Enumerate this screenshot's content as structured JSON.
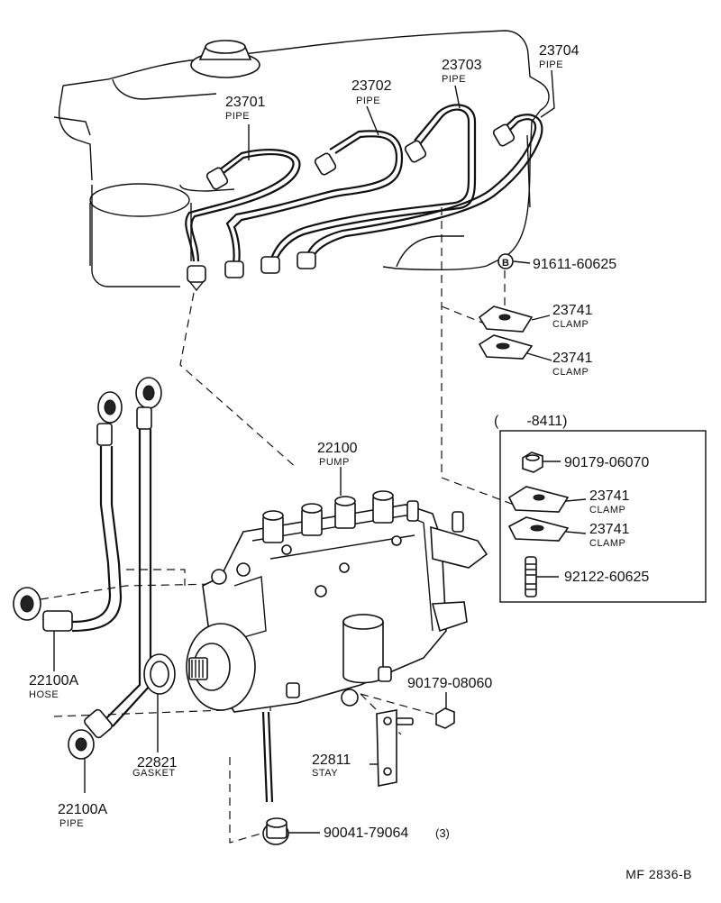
{
  "callouts": [
    {
      "id": "c23701",
      "number": "23701",
      "name": "PIPE"
    },
    {
      "id": "c23702",
      "number": "23702",
      "name": "PIPE"
    },
    {
      "id": "c23703",
      "number": "23703",
      "name": "PIPE"
    },
    {
      "id": "c23704",
      "number": "23704",
      "name": "PIPE"
    },
    {
      "id": "c91611",
      "number": "91611-60625",
      "name": ""
    },
    {
      "id": "c23741a",
      "number": "23741",
      "name": "CLAMP"
    },
    {
      "id": "c23741b",
      "number": "23741",
      "name": "CLAMP"
    },
    {
      "id": "c22100",
      "number": "22100",
      "name": "PUMP"
    },
    {
      "id": "c90179a",
      "number": "90179-06070",
      "name": ""
    },
    {
      "id": "c23741c",
      "number": "23741",
      "name": "CLAMP"
    },
    {
      "id": "c23741d",
      "number": "23741",
      "name": "CLAMP"
    },
    {
      "id": "c92122",
      "number": "92122-60625",
      "name": ""
    },
    {
      "id": "c22100Ahose",
      "number": "22100A",
      "name": "HOSE"
    },
    {
      "id": "c90179b",
      "number": "90179-08060",
      "name": ""
    },
    {
      "id": "c22821",
      "number": "22821",
      "name": "GASKET"
    },
    {
      "id": "c22811",
      "number": "22811",
      "name": "STAY"
    },
    {
      "id": "c22100Apipe",
      "number": "22100A",
      "name": "PIPE"
    },
    {
      "id": "c90041",
      "number": "90041-79064",
      "name": "(3)"
    }
  ],
  "marker_b": "B",
  "inset_range": "(       -8411)",
  "figure_code": "MF 2836-B"
}
